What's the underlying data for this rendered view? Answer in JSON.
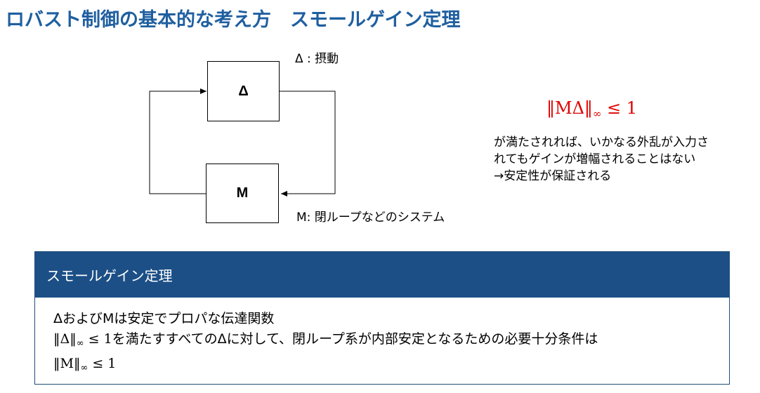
{
  "title": "ロバスト制御の基本的な考え方　スモールゲイン定理",
  "diagram": {
    "delta_block": "Δ",
    "m_block": "M",
    "delta_caption": "Δ : 摂動",
    "m_caption": "M: 閉ループなどのシステム"
  },
  "condition": {
    "norm": "‖MΔ‖",
    "sub": "∞",
    "rel": " ≤ 1"
  },
  "description": [
    "が満たされれば、いかなる外乱が入力さ",
    "れてもゲインが増幅されることはない",
    "→安定性が保証される"
  ],
  "theorem": {
    "header": "スモールゲイン定理",
    "line1": "ΔおよびMは安定でプロパな伝達関数",
    "line2_norm": "‖Δ‖",
    "line2_sub": "∞",
    "line2_rel": " ≤ 1",
    "line2_text": "を満たすすべてのΔに対して、閉ループ系が内部安定となるための必要十分条件は",
    "line3_norm": "‖M‖",
    "line3_sub": "∞",
    "line3_rel": " ≤ 1"
  },
  "colors": {
    "title": "#1f5fa0",
    "condition": "#e00000",
    "theorem_header_bg": "#1c4f86"
  }
}
